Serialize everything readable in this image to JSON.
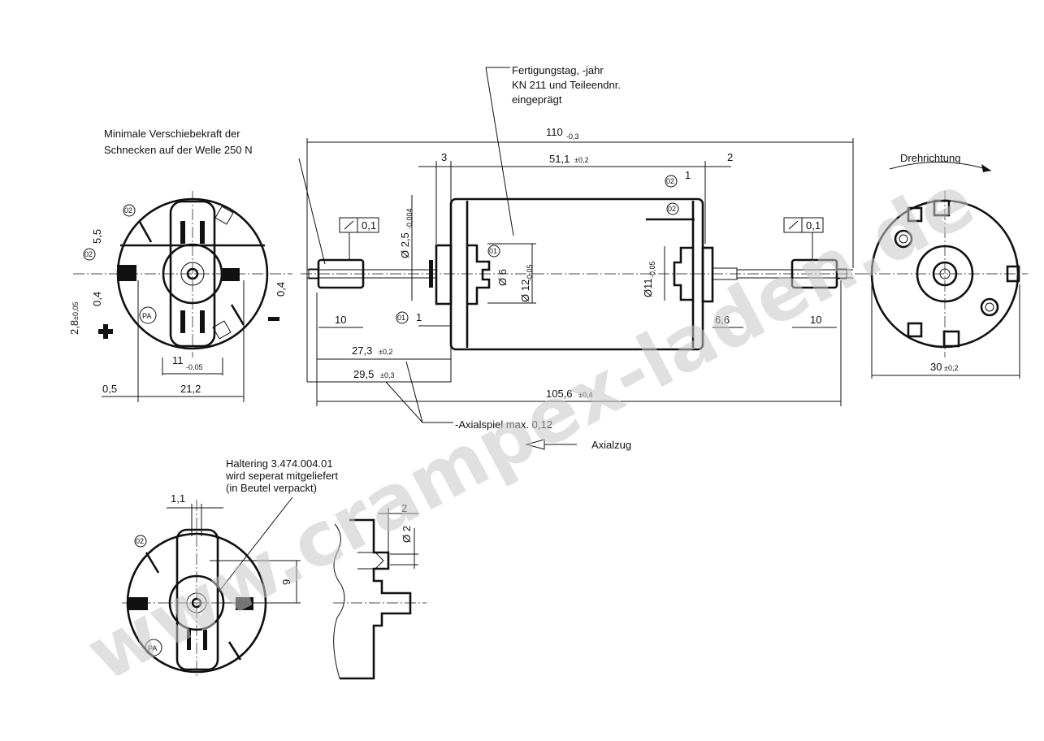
{
  "watermark": "www.crampex-laden.de",
  "notes": {
    "fertigung": [
      "Fertigungstag, -jahr",
      "KN 211 und Teileendnr.",
      "eingeprägt"
    ],
    "verschiebekraft": [
      "Minimale Verschiebekraft der",
      "Schnecken auf der Welle 250 N"
    ],
    "haltering": [
      "Haltering 3.474.004.01",
      "wird seperat mitgeliefert",
      "(in Beutel verpackt)"
    ],
    "axialspiel": "-Axialspiel max. 0,12",
    "axialzug": "Axialzug",
    "drehrichtung": "Drehrichtung"
  },
  "dims": {
    "overall": "110",
    "overall_tol": "-0,3",
    "d3": "3",
    "body": "51,1",
    "body_tol": "±0,2",
    "d2": "2",
    "d1_right": "1",
    "shaft_dia": "Ø 2,5",
    "shaft_dia_tol": "-0,004",
    "runout_left": "0,1",
    "runout_right": "0,1",
    "d6": "Ø 6",
    "d12": "Ø 12",
    "d12_tol": "-0,05",
    "d11": "Ø11",
    "d11_tol": "-0,05",
    "len10_left": "10",
    "d1_left": "1",
    "d66": "6,6",
    "len10_right": "10",
    "d273": "27,3",
    "d273_tol": "±0,2",
    "d295": "29,5",
    "d295_tol": "±0,3",
    "d1056": "105,6",
    "d1056_tol": "±0,4",
    "d30": "30",
    "d30_tol": "±0,2",
    "d55": "5,5",
    "d04_left": "0,4",
    "d28": "2,8",
    "d28_tol": "±0,05",
    "d04_right": "0,4",
    "d11w": "11",
    "d11w_tol": "-0,05",
    "d05": "0,5",
    "d212": "21,2",
    "d11b": "1,1",
    "d9": "9",
    "d2b": "2",
    "d2dia": "Ø 2"
  },
  "markers": {
    "m01": "01",
    "m02": "02",
    "pa": "PA"
  }
}
